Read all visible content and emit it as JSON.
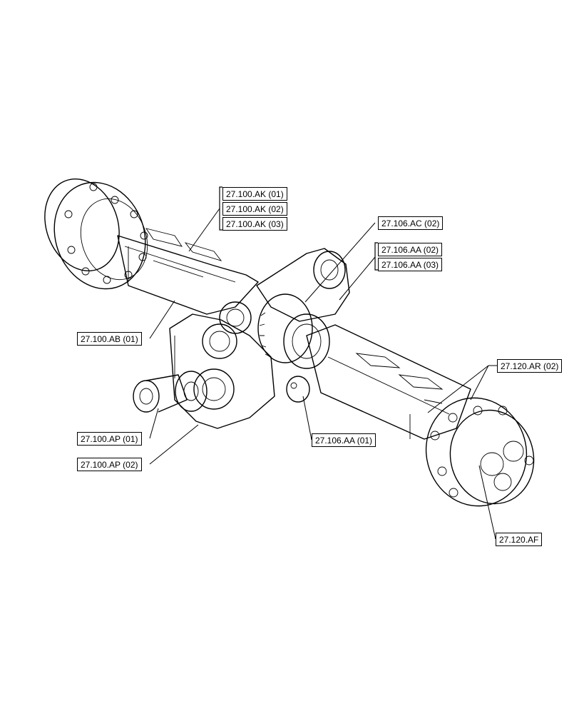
{
  "callouts": {
    "ak01": "27.100.AK (01)",
    "ak02": "27.100.AK (02)",
    "ak03": "27.100.AK (03)",
    "ac02": "27.106.AC (02)",
    "aa02": "27.106.AA (02)",
    "aa03": "27.106.AA (03)",
    "ab01": "27.100.AB (01)",
    "ar02": "27.120.AR (02)",
    "ap01": "27.100.AP (01)",
    "ap02": "27.100.AP (02)",
    "aa01": "27.106.AA (01)",
    "af": "27.120.AF"
  }
}
